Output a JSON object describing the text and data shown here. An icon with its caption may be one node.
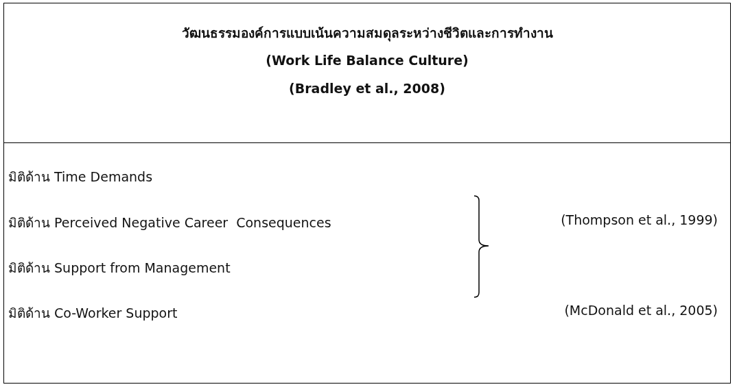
{
  "diagram": {
    "nodes": [
      {
        "text": [
          "วัฒนธรรมองค์การแบบเน้นความสมดุลระหว่างชีวิตและการทำงาน",
          "(Work Life Balance Culture)",
          "(Bradley et al., 2008)"
        ]
      },
      {
        "text": [
          "มิติด้าน Time Demands",
          "มิติด้าน Perceived Negative Career  Consequences",
          "มิติด้าน Support from Management",
          "มิติด้าน Co-Worker Support"
        ]
      }
    ],
    "edges": [],
    "labels": [
      "(Thompson et al., 1999)",
      "(McDonald et al., 2005)"
    ]
  }
}
